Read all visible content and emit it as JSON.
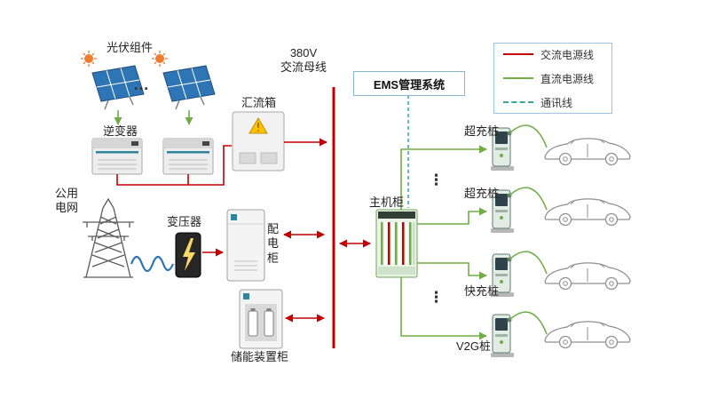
{
  "labels": {
    "pv_modules": "光伏组件",
    "inverter": "逆变器",
    "combiner_box": "汇流箱",
    "bus_voltage": "380V",
    "bus_name": "交流母线",
    "ems": "EMS管理系统",
    "public_grid": "公用电网",
    "transformer": "变压器",
    "distribution_cabinet": "配电柜",
    "storage_cabinet": "储能装置柜",
    "main_cabinet": "主机柜",
    "ellipsis_h": "…",
    "ellipsis_v": "⋮"
  },
  "piles": [
    {
      "label": "超充桩"
    },
    {
      "label": "超充桩"
    },
    {
      "label": "快充桩"
    },
    {
      "label": "V2G桩"
    }
  ],
  "legend": {
    "items": [
      {
        "label": "交流电源线",
        "color": "#c00000",
        "style": "solid"
      },
      {
        "label": "直流电源线",
        "color": "#70ad47",
        "style": "solid"
      },
      {
        "label": "通讯线",
        "color": "#35a8a0",
        "style": "dashed"
      }
    ]
  },
  "colors": {
    "ac_line": "#c00000",
    "dc_line": "#70ad47",
    "comm_line": "#35a8a0",
    "grid_wire": "#2e75b6"
  }
}
